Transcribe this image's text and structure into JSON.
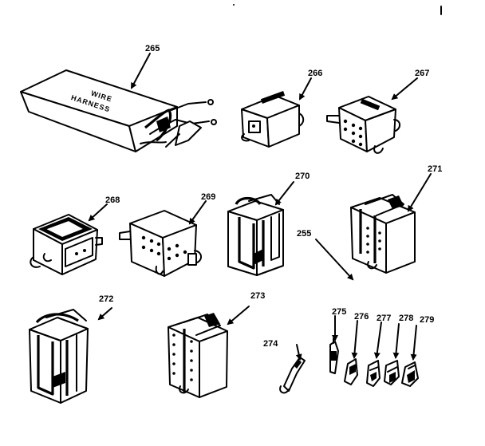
{
  "box_text": {
    "line1": "WIRE",
    "line2": "HARNESS"
  },
  "labels": {
    "p265": "265",
    "p266": "266",
    "p267": "267",
    "p268": "268",
    "p269": "269",
    "p270": "270",
    "p271": "271",
    "p255": "255",
    "p272": "272",
    "p273": "273",
    "p274": "274",
    "p275": "275",
    "p276": "276",
    "p277": "277",
    "p278": "278",
    "p279": "279"
  }
}
